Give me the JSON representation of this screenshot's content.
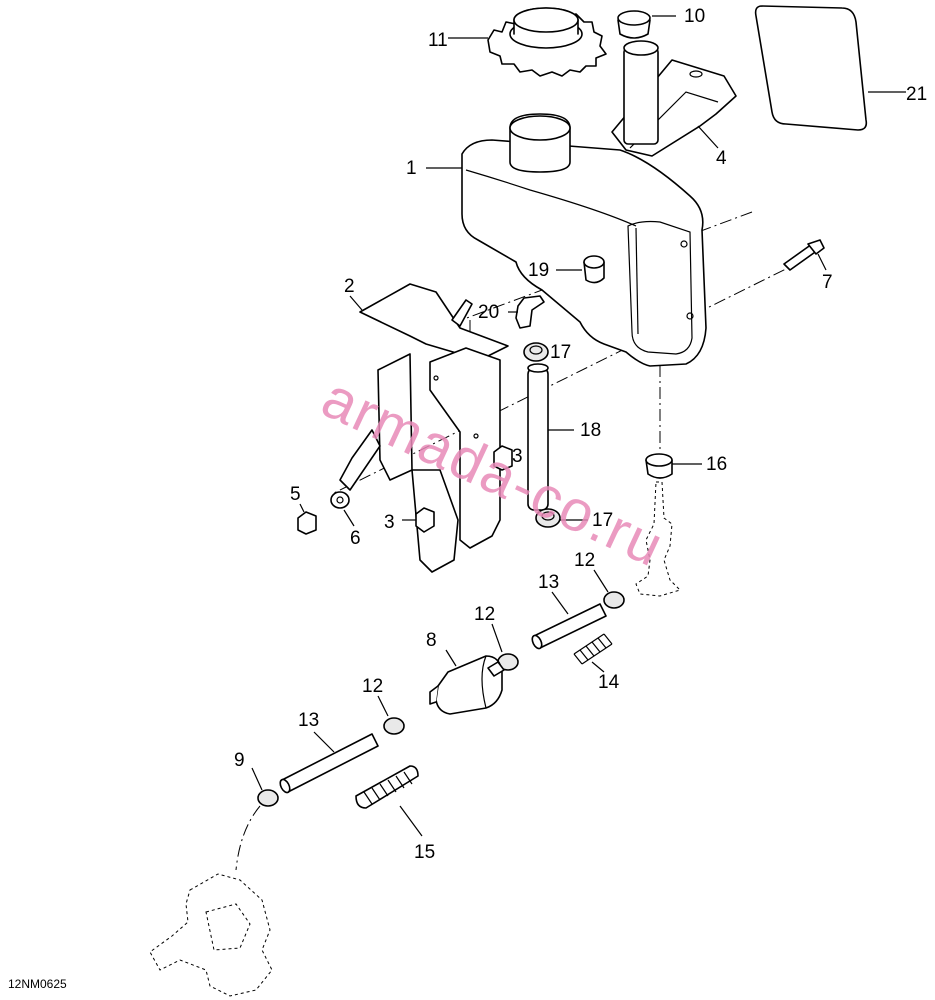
{
  "diagram": {
    "reference_code": "12NM0625",
    "watermark": "armada-co.ru",
    "callouts": [
      "1",
      "2",
      "3",
      "3",
      "4",
      "5",
      "6",
      "7",
      "8",
      "9",
      "10",
      "11",
      "12",
      "12",
      "12",
      "13",
      "13",
      "14",
      "15",
      "16",
      "17",
      "17",
      "18",
      "19",
      "20",
      "21"
    ]
  }
}
